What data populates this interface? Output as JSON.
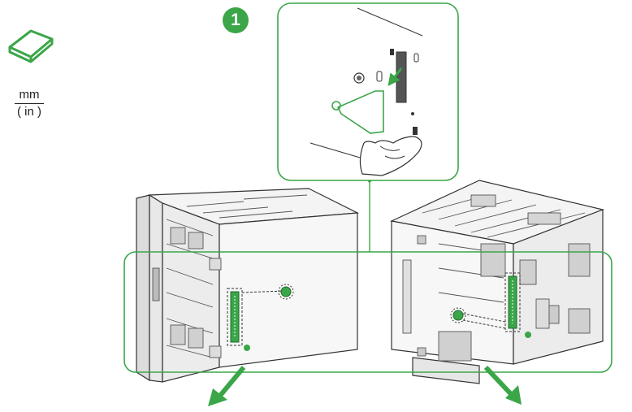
{
  "step": {
    "number": "1"
  },
  "units": {
    "primary": "mm",
    "secondary": "( in )"
  },
  "icons": {
    "book": "book-icon",
    "arrow": "arrow-down-icon"
  },
  "colors": {
    "accent": "#3aa648",
    "line": "#333333",
    "device_fill": "#f4f4f4"
  }
}
